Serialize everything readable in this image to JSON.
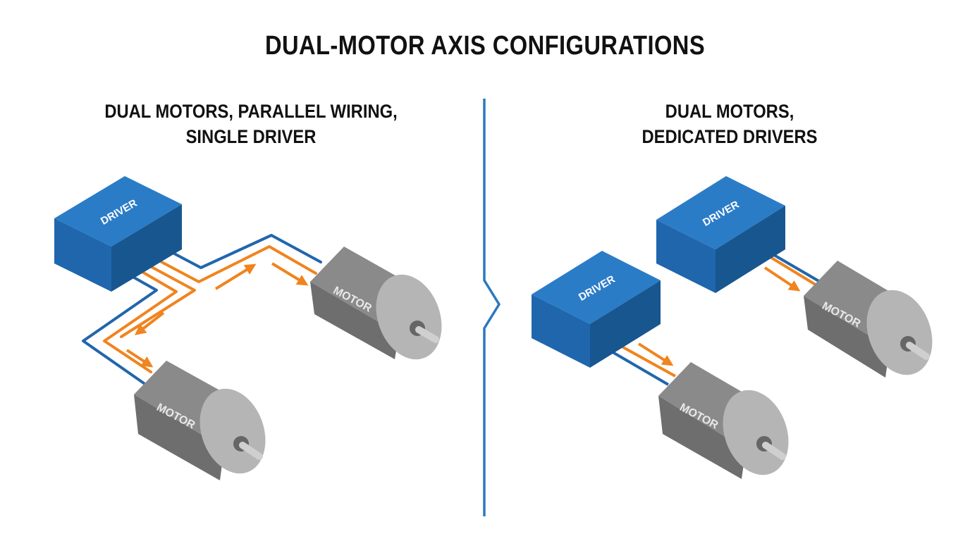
{
  "title": "DUAL-MOTOR AXIS CONFIGURATIONS",
  "panels": [
    {
      "heading_line1": "DUAL MOTORS, PARALLEL WIRING,",
      "heading_line2": "SINGLE DRIVER",
      "components": {
        "driver_label": "DRIVER",
        "motor_labels": [
          "MOTOR",
          "MOTOR"
        ]
      }
    },
    {
      "heading_line1": "DUAL MOTORS,",
      "heading_line2": "DEDICATED DRIVERS",
      "components": {
        "driver_labels": [
          "DRIVER",
          "DRIVER"
        ],
        "motor_labels": [
          "MOTOR",
          "MOTOR"
        ]
      }
    }
  ],
  "colors": {
    "driver_top": "#2b7cc7",
    "driver_front": "#1f66ad",
    "driver_side": "#18568f",
    "wire_blue": "#2166ac",
    "wire_orange": "#f0841e",
    "motor_body": "#8a8a8a",
    "motor_dark": "#6e6e6e",
    "motor_face": "#b5b5b5",
    "divider": "#2b78c0"
  }
}
